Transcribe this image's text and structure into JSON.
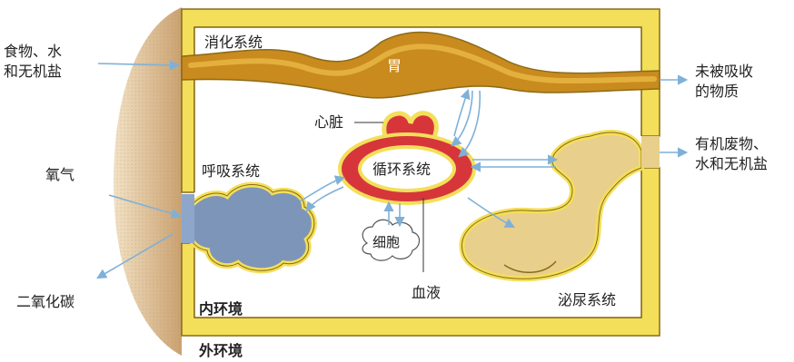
{
  "labels": {
    "food_water_salt_line1": "食物、水",
    "food_water_salt_line2": "和无机盐",
    "oxygen": "氧气",
    "co2": "二氧化碳",
    "digestive_system": "消化系统",
    "stomach": "胃",
    "heart": "心脏",
    "circulatory_system": "循环系统",
    "respiratory_system": "呼吸系统",
    "cell": "细胞",
    "blood": "血液",
    "urinary_system": "泌尿系统",
    "internal_env": "内环境",
    "external_env": "外环境",
    "unabsorbed_line1": "未被吸收",
    "unabsorbed_line2": "的物质",
    "waste_line1": "有机废物、",
    "waste_line2": "水和无机盐"
  },
  "colors": {
    "frame_yellow": "#f3df5a",
    "frame_border": "#8a6b18",
    "digestive_brown": "#c98a1e",
    "lung_blue": "#7d95b8",
    "heart_red": "#d6363a",
    "kidney_tan": "#e9cf8c",
    "arrow_blue": "#7fb0d8",
    "skin_tan": "#d9b98a"
  }
}
